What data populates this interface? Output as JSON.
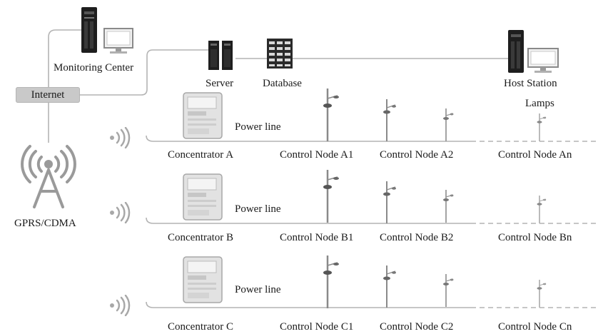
{
  "labels": {
    "monitoring_center": "Monitoring Center",
    "internet": "Internet",
    "server": "Server",
    "database": "Database",
    "host_station": "Host Station",
    "lamps": "Lamps",
    "gprs_cdma": "GPRS/CDMA"
  },
  "rows": [
    {
      "concentrator": "Concentrator A",
      "power_line": "Power line",
      "nodes": [
        "Control Node A1",
        "Control Node A2",
        "Control Node An"
      ]
    },
    {
      "concentrator": "Concentrator B",
      "power_line": "Power line",
      "nodes": [
        "Control Node B1",
        "Control Node B2",
        "Control Node Bn"
      ]
    },
    {
      "concentrator": "Concentrator C",
      "power_line": "Power line",
      "nodes": [
        "Control Node C1",
        "Control Node C2",
        "Control Node Cn"
      ]
    }
  ],
  "colors": {
    "line": "#b4b4b4",
    "internet_box": "#c9c9c9",
    "device_dark": "#1e1e1e",
    "meter": "#e2e2e2"
  }
}
